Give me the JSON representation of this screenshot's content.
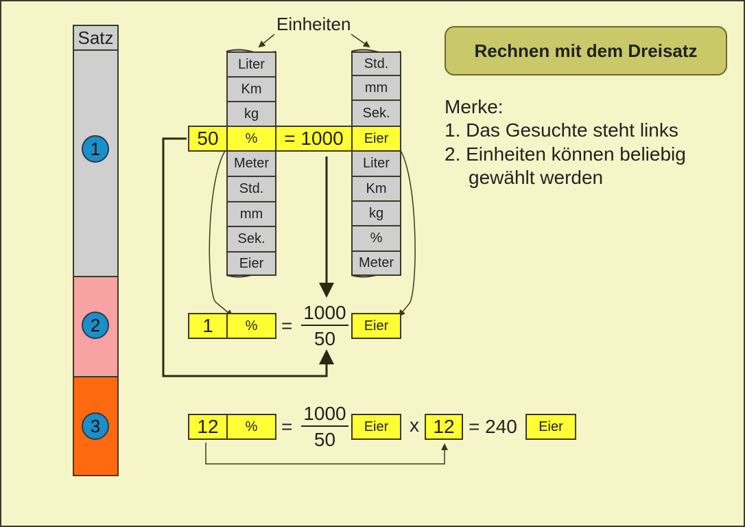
{
  "satz_label": "Satz",
  "steps": [
    "1",
    "2",
    "3"
  ],
  "units_label": "Einheiten",
  "left_column_top": [
    "Liter",
    "Km",
    "kg"
  ],
  "left_column_bottom": [
    "Meter",
    "Std.",
    "mm",
    "Sek.",
    "Eier"
  ],
  "right_column_top": [
    "Std.",
    "mm",
    "Sek."
  ],
  "right_column_bottom": [
    "Liter",
    "Km",
    "kg",
    "%",
    "Meter"
  ],
  "row1": {
    "value": "50",
    "unit": "%",
    "result": "= 1000",
    "result_unit": "Eier"
  },
  "row2": {
    "value": "1",
    "unit": "%",
    "eq": "=",
    "numerator": "1000",
    "denominator": "50",
    "result_unit": "Eier"
  },
  "row3": {
    "value": "12",
    "unit": "%",
    "eq": "=",
    "numerator": "1000",
    "denominator": "50",
    "result_unit": "Eier",
    "times": "x",
    "multiplier": "12",
    "result": "= 240",
    "final_unit": "Eier"
  },
  "title": "Rechnen mit dem Dreisatz",
  "notes": [
    "Merke:",
    "1. Das Gesuchte steht links",
    "2. Einheiten können beliebig",
    "gewählt werden"
  ],
  "colors": {
    "background": "#f5f5c8",
    "highlight": "#ffff33",
    "column": "#cfcfcf",
    "step1": "#cfcfcf",
    "step2": "#f7a3a3",
    "step3": "#ff6a10",
    "circle": "#1a8fc9",
    "title_box": "#c9c96a"
  }
}
